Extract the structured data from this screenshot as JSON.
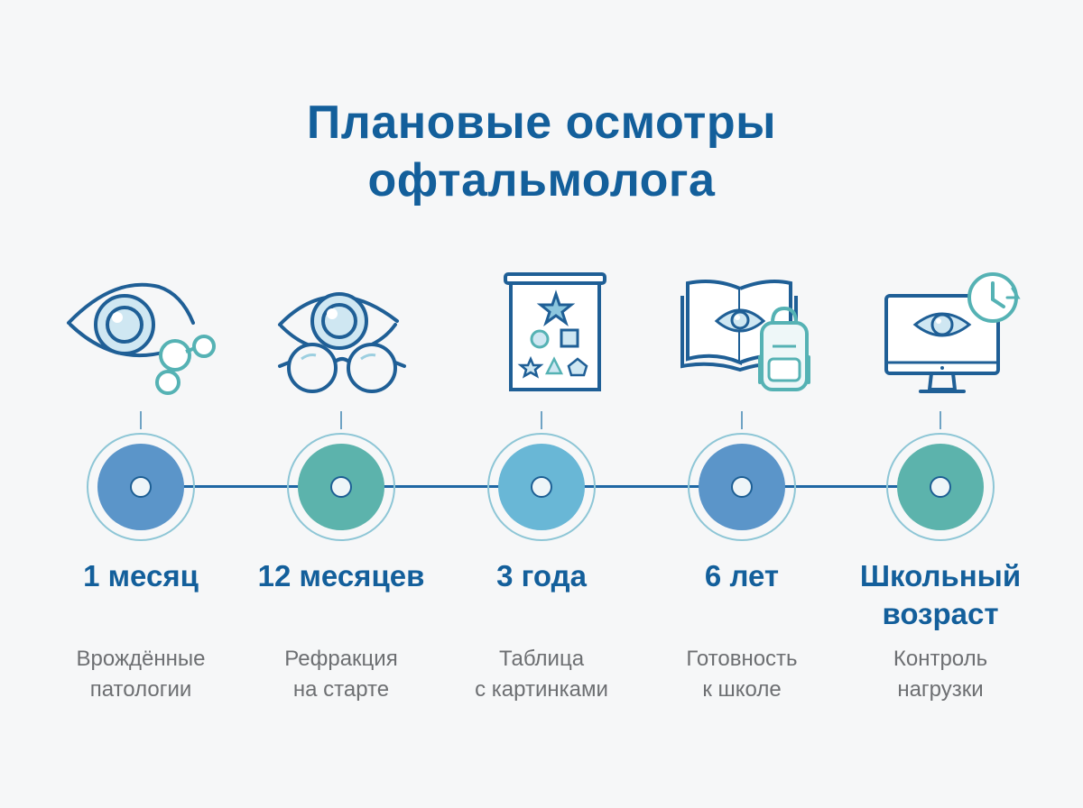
{
  "title": {
    "line1": "Плановые осмотры",
    "line2": "офтальмолога"
  },
  "steps": [
    {
      "age": [
        "1 месяц"
      ],
      "desc": [
        "Врождённые",
        "патологии"
      ],
      "icon": "eye-with-pacifier-icon",
      "color": "#5b95c9"
    },
    {
      "age": [
        "12 месяцев"
      ],
      "desc": [
        "Рефракция",
        "на старте"
      ],
      "icon": "eye-with-glasses-icon",
      "color": "#5cb3ac"
    },
    {
      "age": [
        "3 года"
      ],
      "desc": [
        "Таблица",
        "с картинками"
      ],
      "icon": "picture-eye-chart-icon",
      "color": "#69b7d6"
    },
    {
      "age": [
        "6 лет"
      ],
      "desc": [
        "Готовность",
        "к школе"
      ],
      "icon": "book-and-backpack-icon",
      "color": "#5b95c9"
    },
    {
      "age": [
        "Школьный",
        "возраст"
      ],
      "desc": [
        "Контроль",
        "нагрузки"
      ],
      "icon": "monitor-with-clock-icon",
      "color": "#5cb3ac"
    }
  ],
  "colors": {
    "title": "#135f9b",
    "line": "#1f67a4",
    "icon_stroke_dark": "#1f5f96",
    "icon_stroke_teal": "#55b2b4",
    "icon_fill_light": "#cfe7f2"
  }
}
